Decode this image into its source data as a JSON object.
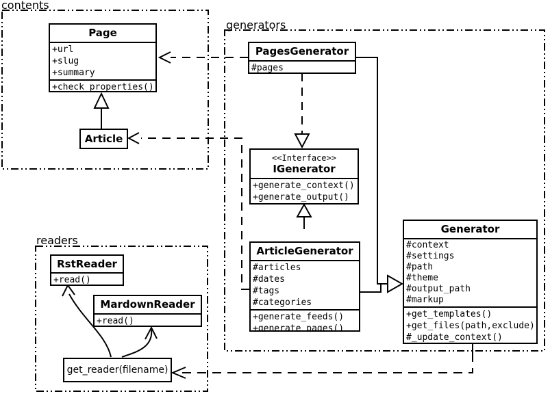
{
  "packages": {
    "contents": {
      "label": "contents"
    },
    "generators": {
      "label": "generators"
    },
    "readers": {
      "label": "readers"
    }
  },
  "classes": {
    "page": {
      "name": "Page",
      "attributes": [
        "+url",
        "+slug",
        "+summary"
      ],
      "methods": [
        "+check_properties()"
      ]
    },
    "article": {
      "name": "Article"
    },
    "pages_generator": {
      "name": "PagesGenerator",
      "attributes": [
        "#pages"
      ]
    },
    "igenerator": {
      "stereotype": "<<Interface>>",
      "name": "IGenerator",
      "methods": [
        "+generate_context()",
        "+generate_output()"
      ]
    },
    "article_generator": {
      "name": "ArticleGenerator",
      "attributes": [
        "#articles",
        "#dates",
        "#tags",
        "#categories"
      ],
      "methods": [
        "+generate_feeds()",
        "+generate_pages()"
      ]
    },
    "generator": {
      "name": "Generator",
      "attributes": [
        "#context",
        "#settings",
        "#path",
        "#theme",
        "#output_path",
        "#markup"
      ],
      "methods": [
        "+get_templates()",
        "+get_files(path,exclude)",
        "#_update_context()"
      ]
    },
    "rst_reader": {
      "name": "RstReader",
      "methods": [
        "+read()"
      ]
    },
    "mardown_reader": {
      "name": "MardownReader",
      "methods": [
        "+read()"
      ]
    },
    "get_reader": {
      "label": "get_reader(filename)"
    }
  },
  "relationships": [
    {
      "from": "Article",
      "to": "Page",
      "type": "generalization",
      "line": "solid-hollow-triangle"
    },
    {
      "from": "PagesGenerator",
      "to": "Page",
      "type": "dependency",
      "line": "dashed-open-arrow"
    },
    {
      "from": "ArticleGenerator",
      "to": "Article",
      "type": "dependency",
      "line": "dashed-open-arrow"
    },
    {
      "from": "PagesGenerator",
      "to": "IGenerator",
      "type": "realization",
      "line": "dashed-hollow-triangle"
    },
    {
      "from": "ArticleGenerator",
      "to": "IGenerator",
      "type": "generalization",
      "line": "solid-hollow-triangle"
    },
    {
      "from": "PagesGenerator",
      "to": "Generator",
      "type": "generalization",
      "line": "solid-hollow-triangle"
    },
    {
      "from": "ArticleGenerator",
      "to": "Generator",
      "type": "generalization",
      "line": "solid-hollow-triangle"
    },
    {
      "from": "Generator",
      "to": "get_reader(filename)",
      "type": "dependency",
      "line": "dashed-open-arrow"
    },
    {
      "from": "get_reader(filename)",
      "to": "RstReader",
      "type": "association",
      "line": "curved-open-arrow"
    },
    {
      "from": "get_reader(filename)",
      "to": "MardownReader",
      "type": "association",
      "line": "curved-open-arrow"
    }
  ],
  "colors": {
    "stroke": "#000000",
    "background": "#ffffff"
  }
}
